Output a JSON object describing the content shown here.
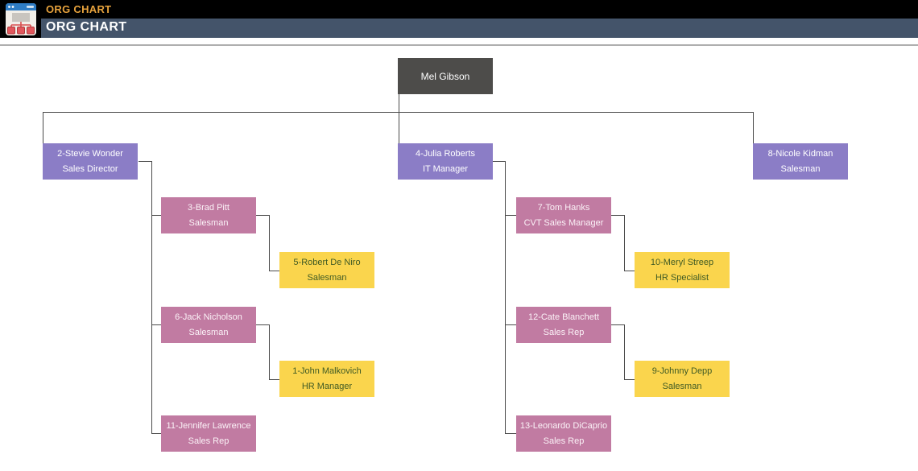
{
  "header": {
    "window_title": "ORG CHART",
    "page_title": "ORG CHART",
    "app_icon": "org-chart-browser-icon"
  },
  "colors": {
    "window_title_bar_bg": "#000000",
    "window_title_text": "#E8A33D",
    "app_title_bar_bg": "#44546A",
    "app_title_text": "#FFFFFF",
    "root_node_bg": "#4D4C4A",
    "level2_node_bg": "#8B7DC6",
    "level3_node_bg": "#C17BA2",
    "level4_node_bg": "#FAD54D",
    "level4_node_text": "#3F5A24",
    "connector_line": "#4A4A4A",
    "header_divider": "#AEAEAE"
  },
  "org_chart": {
    "nodes": [
      {
        "id": "mel",
        "name": "Mel Gibson",
        "title": "",
        "level": 1
      },
      {
        "id": "stevie",
        "name": "2-Stevie Wonder",
        "title": "Sales Director",
        "level": 2
      },
      {
        "id": "julia",
        "name": "4-Julia Roberts",
        "title": "IT Manager",
        "level": 2
      },
      {
        "id": "nicole",
        "name": "8-Nicole Kidman",
        "title": "Salesman",
        "level": 2
      },
      {
        "id": "brad",
        "name": "3-Brad Pitt",
        "title": "Salesman",
        "level": 3
      },
      {
        "id": "robert",
        "name": "5-Robert De Niro",
        "title": "Salesman",
        "level": 4
      },
      {
        "id": "jack",
        "name": "6-Jack Nicholson",
        "title": "Salesman",
        "level": 3
      },
      {
        "id": "john",
        "name": "1-John Malkovich",
        "title": "HR Manager",
        "level": 4
      },
      {
        "id": "jennifer",
        "name": "11-Jennifer Lawrence",
        "title": "Sales Rep",
        "level": 3
      },
      {
        "id": "tom",
        "name": "7-Tom Hanks",
        "title": "CVT Sales Manager",
        "level": 3
      },
      {
        "id": "meryl",
        "name": "10-Meryl Streep",
        "title": "HR Specialist",
        "level": 4
      },
      {
        "id": "cate",
        "name": "12-Cate Blanchett",
        "title": "Sales Rep",
        "level": 3
      },
      {
        "id": "johnny",
        "name": "9-Johnny Depp",
        "title": "Salesman",
        "level": 4
      },
      {
        "id": "leonardo",
        "name": "13-Leonardo DiCaprio",
        "title": "Sales Rep",
        "level": 3
      }
    ]
  }
}
